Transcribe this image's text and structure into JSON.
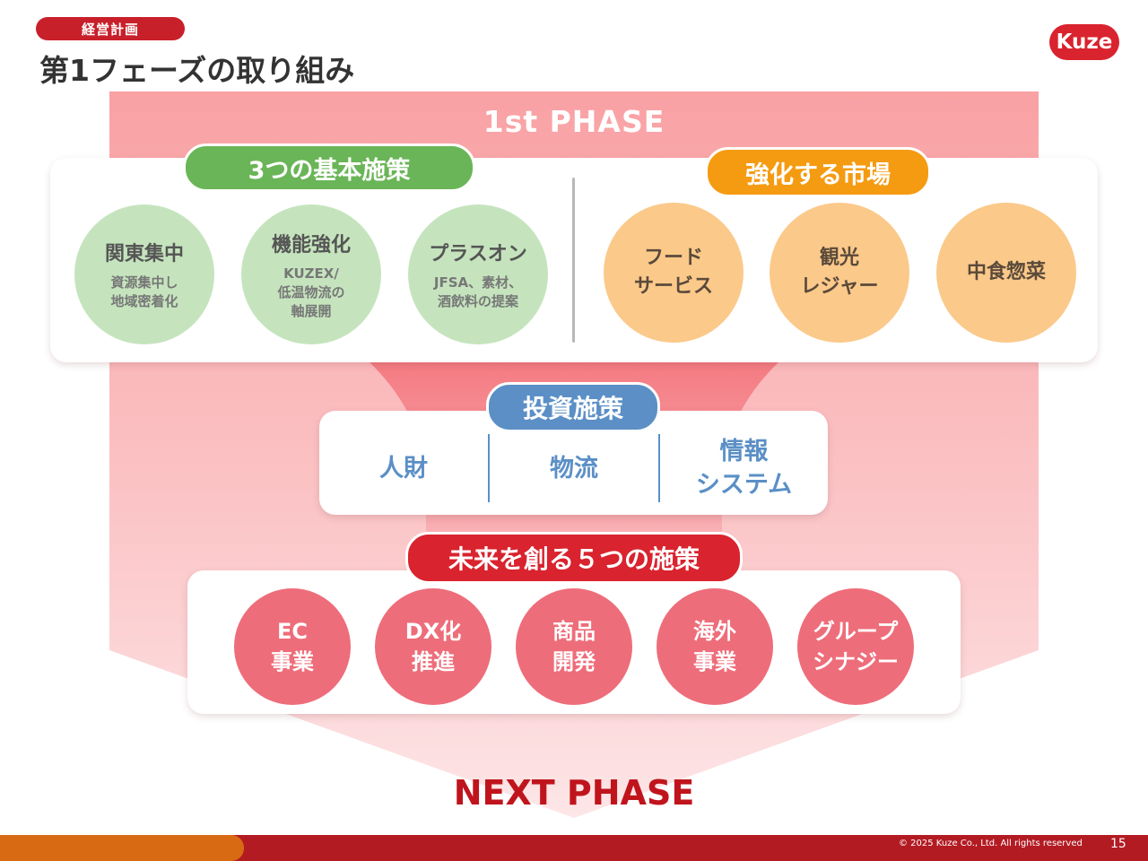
{
  "header": {
    "category": "経営計画",
    "title": "第1フェーズの取り組み",
    "logo_text": "Kuze"
  },
  "phase": {
    "top": "1st PHASE",
    "bottom": "NEXT PHASE"
  },
  "basic_policies": {
    "title": "3つの基本施策",
    "items": [
      {
        "main": "関東集中",
        "sub": "資源集中し\n地域密着化"
      },
      {
        "main": "機能強化",
        "sub": "KUZEX/\n低温物流の\n軸展開"
      },
      {
        "main": "プラスオン",
        "sub": "JFSA、素材、\n酒飲料の提案"
      }
    ]
  },
  "markets": {
    "title": "強化する市場",
    "items": [
      "フード\nサービス",
      "観光\nレジャー",
      "中食惣菜"
    ]
  },
  "investment": {
    "title": "投資施策",
    "items": [
      "人財",
      "物流",
      "情報\nシステム"
    ]
  },
  "future": {
    "title": "未来を創る５つの施策",
    "items": [
      "EC\n事業",
      "DX化\n推進",
      "商品\n開発",
      "海外\n事業",
      "グループ\nシナジー"
    ]
  },
  "footer": {
    "copyright": "© 2025 Kuze Co., Ltd. All rights reserved",
    "page_number": "15"
  },
  "colors": {
    "brand_red": "#c8202a",
    "funnel_top": "#f9a3a6",
    "green": "#6ab557",
    "orange": "#f59b12",
    "blue": "#5b8fc6",
    "red_pill": "#d9232e",
    "green_circle": "#c5e4bd",
    "orange_circle": "#fbc98a",
    "red_circle": "#ee6d7a"
  }
}
